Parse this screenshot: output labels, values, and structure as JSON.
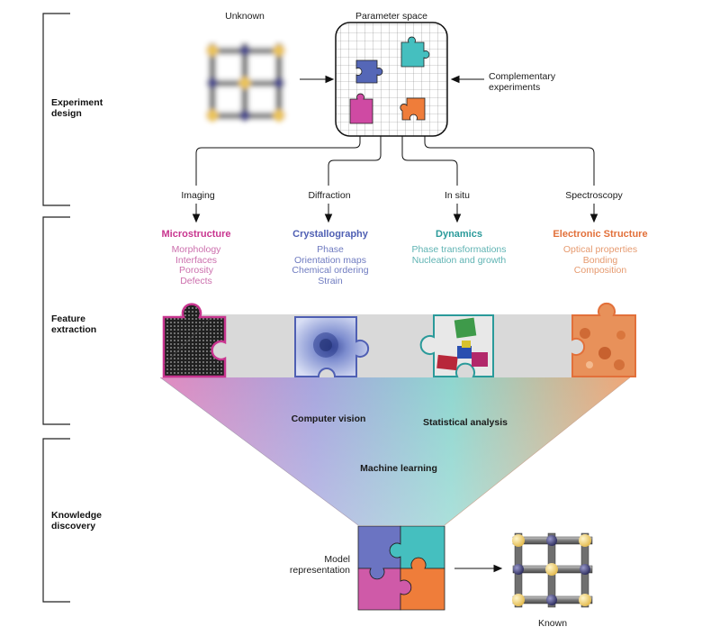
{
  "sections": {
    "experiment_design": "Experiment\ndesign",
    "feature_extraction": "Feature\nextraction",
    "knowledge_discovery": "Knowledge\ndiscovery"
  },
  "top": {
    "unknown": "Unknown",
    "parameter_space": "Parameter space",
    "complementary": "Complementary\nexperiments"
  },
  "methods": [
    "Imaging",
    "Diffraction",
    "In situ",
    "Spectroscopy"
  ],
  "categories": [
    {
      "title": "Microstructure",
      "color": "#c8358f",
      "items_color": "#cc6fad",
      "items": [
        "Morphology",
        "Interfaces",
        "Porosity",
        "Defects"
      ]
    },
    {
      "title": "Crystallography",
      "color": "#4f5fb3",
      "items_color": "#6f7bc0",
      "items": [
        "Phase",
        "Orientation maps",
        "Chemical ordering",
        "Strain"
      ]
    },
    {
      "title": "Dynamics",
      "color": "#2a9a9a",
      "items_color": "#5fb3b3",
      "items": [
        "Phase transformations",
        "Nucleation and growth"
      ]
    },
    {
      "title": "Electronic Structure",
      "color": "#e2703a",
      "items_color": "#e69a6f",
      "items": [
        "Optical properties",
        "Bonding",
        "Composition"
      ]
    }
  ],
  "analysis": {
    "computer_vision": "Computer vision",
    "statistical": "Statistical analysis",
    "machine_learning": "Machine learning"
  },
  "bottom": {
    "model_representation": "Model\nrepresentation",
    "known": "Known"
  },
  "colors": {
    "magenta": "#c8358f",
    "blue": "#5765b8",
    "teal": "#3fbcbc",
    "orange": "#ec7d3a"
  }
}
